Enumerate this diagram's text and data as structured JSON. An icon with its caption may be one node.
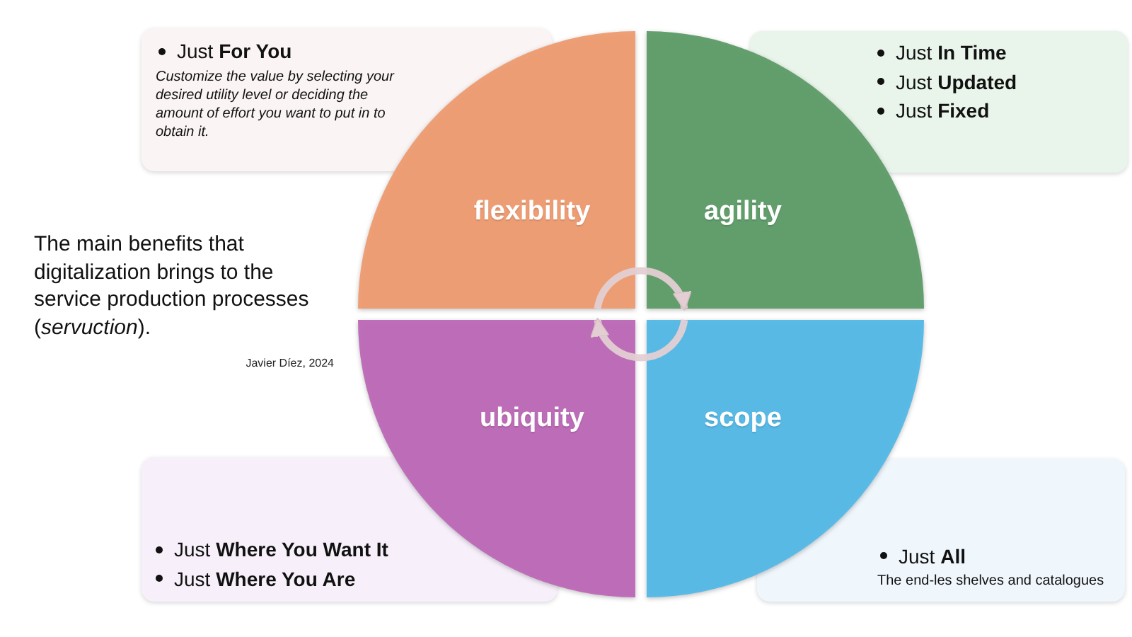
{
  "diagram": {
    "nodes": [
      {
        "text": [
          "Just **For You**",
          "Customize the value by selecting your desired utility level or deciding the amount of effort you want to put in to obtain it."
        ]
      },
      {
        "text": [
          "Just **In Time**",
          "Just **Updated**",
          "Just **Fixed**"
        ]
      },
      {
        "text": [
          "flexibility"
        ]
      },
      {
        "text": [
          "agility"
        ]
      },
      {
        "text": [
          "ubiquity"
        ]
      },
      {
        "text": [
          "scope"
        ]
      },
      {
        "text": [
          "Just **Where You Want It**",
          "Just **Where You Are**"
        ]
      },
      {
        "text": [
          "Just **All**",
          "The end-les shelves and catalogues"
        ]
      }
    ],
    "edges": [
      {
        "from": 2,
        "to": 3,
        "arrow": "to"
      },
      {
        "from": 5,
        "to": 4,
        "arrow": "to"
      }
    ],
    "labels": [
      "The main benefits that digitalization brings to the service production processes (*servuction*).",
      "Javier Díez, 2024"
    ]
  }
}
